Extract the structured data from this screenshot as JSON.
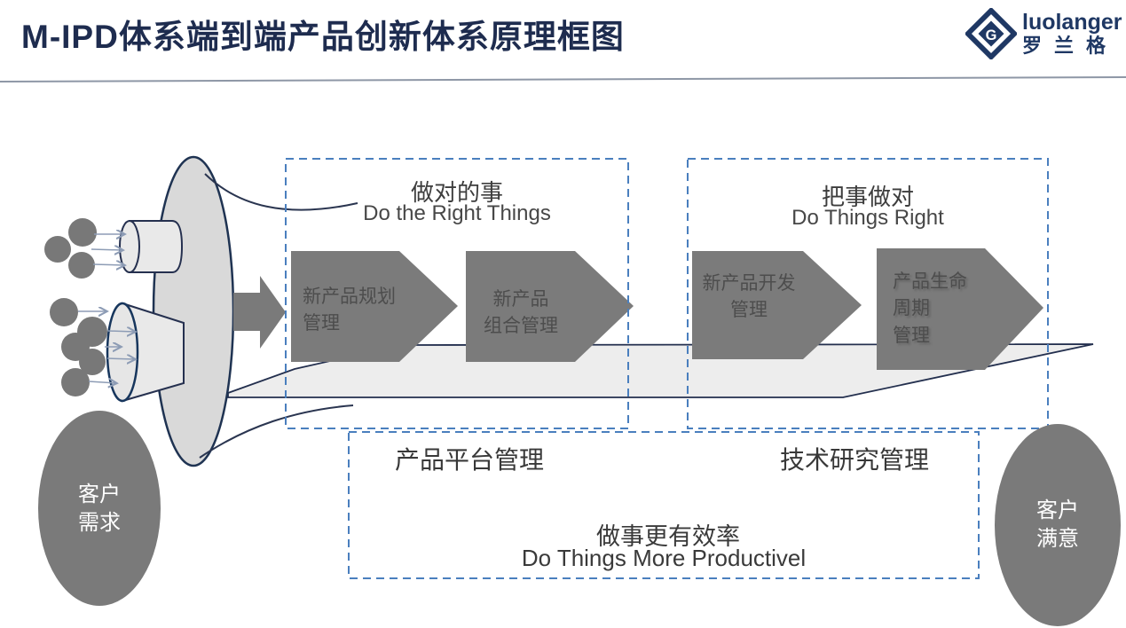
{
  "header": {
    "title": "M-IPD体系端到端产品创新体系原理框图",
    "logo": {
      "brand_en": "luolanger",
      "brand_cn": "罗兰格",
      "icon_letter": "G"
    }
  },
  "diagram": {
    "left_group": {
      "title_cn": "做对的事",
      "title_en": "Do the Right Things",
      "arrows": [
        {
          "label": "新产品规划\n管理"
        },
        {
          "label": "新产品\n组合管理"
        }
      ]
    },
    "right_group": {
      "title_cn": "把事做对",
      "title_en": "Do Things Right",
      "arrows": [
        {
          "label": "新产品开发\n管理"
        },
        {
          "label": "产品生命\n周期\n管理"
        }
      ]
    },
    "bottom_group": {
      "platform_label": "产品平台管理",
      "tech_label": "技术研究管理",
      "title_cn": "做事更有效率",
      "title_en": "Do Things  More Productivel"
    },
    "customer_needs": "客户\n需求",
    "customer_satisfaction": "客户\n满意",
    "colors": {
      "title": "#1e2c4f",
      "dashed_border": "#4a7fbe",
      "shape_fill": "#7b7b7b",
      "shape_outline": "#1f3352",
      "band_fill": "#ededed",
      "funnel_fill": "#d9d9d9"
    }
  }
}
